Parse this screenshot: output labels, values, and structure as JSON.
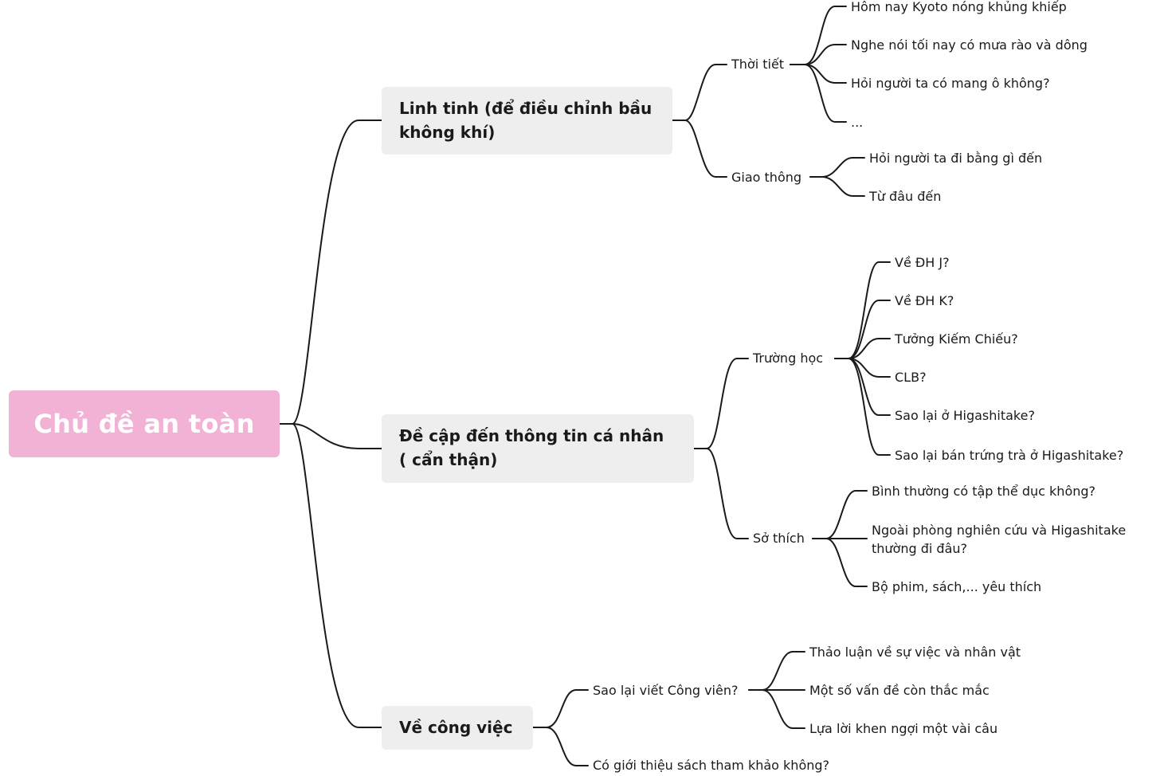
{
  "root": {
    "label": "Chủ đề an toàn"
  },
  "branches": [
    {
      "label": "Linh tinh (để điều chỉnh bầu không khí)",
      "subs": [
        {
          "label": "Thời tiết",
          "leaves": [
            "Hôm nay Kyoto nóng khủng khiếp",
            "Nghe nói tối nay có mưa rào và dông",
            "Hỏi người ta có mang ô không?",
            "..."
          ]
        },
        {
          "label": "Giao thông",
          "leaves": [
            "Hỏi người ta đi bằng gì đến",
            "Từ đâu đến"
          ]
        }
      ]
    },
    {
      "label": "Đề cập đến thông tin cá nhân ( cẩn thận)",
      "subs": [
        {
          "label": "Trường học",
          "leaves": [
            "Về ĐH J?",
            "Về ĐH K?",
            "Tưởng Kiếm Chiếu?",
            "CLB?",
            "Sao lại ở Higashitake?",
            "Sao lại bán trứng trà ở Higashitake?"
          ]
        },
        {
          "label": "Sở thích",
          "leaves": [
            "Bình thường có tập thể dục không?",
            "Ngoài phòng nghiên cứu và Higashitake thường đi đâu?",
            "Bộ phim, sách,... yêu thích"
          ]
        }
      ]
    },
    {
      "label": "Về công việc",
      "subs": [
        {
          "label": "Sao lại viết Công viên?",
          "leaves": [
            "Thảo luận về sự việc và nhân vật",
            "Một số vấn đề còn thắc mắc",
            "Lựa lời khen ngợi một vài câu"
          ]
        },
        {
          "label": "Có giới thiệu sách tham khảo không?",
          "leaves": []
        }
      ]
    }
  ],
  "colors": {
    "root_fill": "#f2b2d5",
    "branch_fill": "#eeeeee",
    "line": "#1a1a1a"
  }
}
